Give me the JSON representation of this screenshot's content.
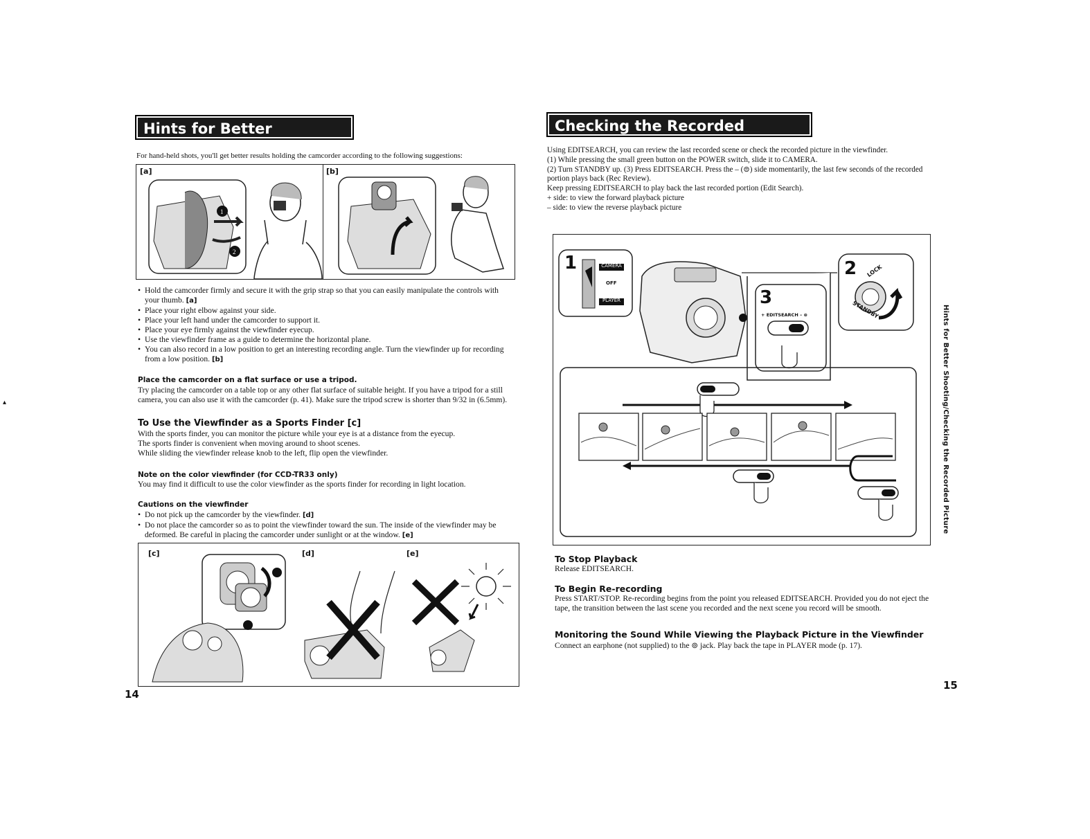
{
  "left_page": {
    "title": "Hints for Better Shooting",
    "intro": "For hand-held shots, you'll get better results holding the camcorder according to the following suggestions:",
    "figure_top": {
      "label_a": "[a]",
      "label_b": "[b]"
    },
    "bullets": [
      {
        "text": "Hold the camcorder firmly and secure it with the grip strap so that you can easily manipulate the controls with your thumb.",
        "tag": "[a]"
      },
      {
        "text": "Place your right elbow against your side.",
        "tag": ""
      },
      {
        "text": "Place your left hand under the camcorder to support it.",
        "tag": ""
      },
      {
        "text": "Place your eye firmly against the viewfinder eyecup.",
        "tag": ""
      },
      {
        "text": "Use the viewfinder frame as a guide to determine the horizontal plane.",
        "tag": ""
      },
      {
        "text": "You can also record in a low position to get an interesting recording angle. Turn the viewfinder up for recording from a low position.",
        "tag": "[b]"
      }
    ],
    "tripod_heading": "Place the camcorder on a flat surface or use a tripod.",
    "tripod_text": "Try placing the camcorder on a table top or any other flat surface of suitable height. If you have a tripod for a still camera, you can also use it with the camcorder (p. 41). Make sure the tripod screw is shorter than 9/32 in (6.5mm).",
    "sports_heading": "To Use the Viewfinder as a Sports Finder [c]",
    "sports_text": [
      "With the sports finder, you can monitor the picture while your eye is at a distance from the eyecup.",
      "The sports finder is convenient when moving around to shoot scenes.",
      "While sliding the viewfinder release knob to the left, flip open the viewfinder."
    ],
    "color_heading": "Note on the color viewfinder (for CCD-TR33 only)",
    "color_text": "You may find it difficult to use the color viewfinder as the sports finder for recording in light location.",
    "cautions_heading": "Cautions on the viewfinder",
    "cautions": [
      {
        "text": "Do not pick up the camcorder by the viewfinder.",
        "tag": "[d]"
      },
      {
        "text": "Do not place the camcorder so as to point the viewfinder toward the sun. The inside of the viewfinder may be deformed. Be careful in placing the camcorder under sunlight or at the window.",
        "tag": "[e]"
      }
    ],
    "figure_bottom": {
      "label_c": "[c]",
      "label_d": "[d]",
      "label_e": "[e]"
    },
    "page_number": "14"
  },
  "right_page": {
    "title": "Checking the Recorded Picture",
    "intro_lines": [
      "Using EDITSEARCH, you can review the last recorded scene or check the recorded picture in the viewfinder.",
      "(1) While pressing the small green button on the POWER switch, slide it to CAMERA.",
      "(2) Turn STANDBY up. (3) Press EDITSEARCH. Press the – (⊜) side momentarily, the last few seconds of the recorded portion plays back (Rec Review).",
      "Keep pressing EDITSEARCH to play back the last recorded portion (Edit Search).",
      "+ side: to view the forward playback picture",
      "– side: to view the reverse playback picture"
    ],
    "figure": {
      "step1": "1",
      "step2": "2",
      "step3": "3",
      "switch_camera": "CAMERA",
      "switch_off": "OFF",
      "switch_player": "PLAYER",
      "editsearch_label": "+ EDITSEARCH – ⊜",
      "dial_lock": "LOCK",
      "dial_standby": "STANDBY"
    },
    "stop_heading": "To Stop Playback",
    "stop_text": "Release EDITSEARCH.",
    "rerec_heading": "To Begin Re-recording",
    "rerec_text": "Press START/STOP. Re-recording begins from the point you released EDITSEARCH. Provided you do not eject the tape, the transition between the last scene you recorded and the next scene you record will be smooth.",
    "monitor_heading": "Monitoring the Sound While Viewing the Playback Picture in the Viewfinder",
    "monitor_text": "Connect an earphone (not supplied) to the ⊚ jack. Play back the tape in PLAYER mode (p. 17).",
    "side_tab": "Hints for Better Shooting/Checking the Recorded Picture",
    "page_number": "15"
  }
}
